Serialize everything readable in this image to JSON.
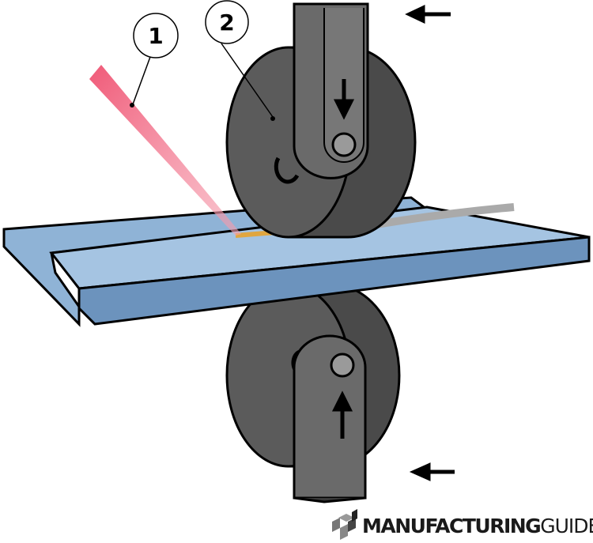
{
  "callouts": [
    {
      "label": "1"
    },
    {
      "label": "2"
    }
  ],
  "logo": {
    "bold": "MANUFACTURING",
    "light": "GUIDE"
  },
  "colors": {
    "plate": "#8fb3d6",
    "plate_edge": "#6c93bd",
    "roller": "#555555",
    "arm": "#666666",
    "laser": "#e8506f",
    "weld": "#e0a640"
  }
}
